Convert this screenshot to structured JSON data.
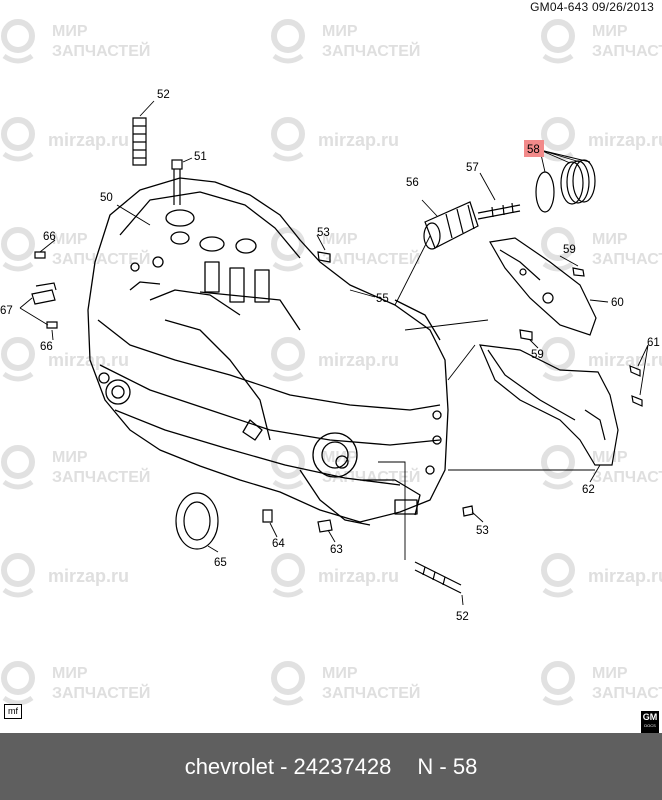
{
  "header": {
    "doc_code": "GM04-643",
    "date": "09/26/2013"
  },
  "watermark": {
    "line1": "МИР",
    "line2": "ЗАПЧАСТЕЙ",
    "url": "mirzap.ru"
  },
  "callouts": {
    "c50": "50",
    "c51": "51",
    "c52a": "52",
    "c52b": "52",
    "c53a": "53",
    "c53b": "53",
    "c55": "55",
    "c56": "56",
    "c57": "57",
    "c58": "58",
    "c59a": "59",
    "c59b": "59",
    "c60": "60",
    "c61": "61",
    "c62": "62",
    "c63": "63",
    "c64": "64",
    "c65": "65",
    "c66a": "66",
    "c66b": "66",
    "c67": "67"
  },
  "highlight_color": "#f28a8a",
  "corner_label": "mf",
  "gm_logo": {
    "mark": "GM",
    "sub": "DOCS"
  },
  "footer": {
    "brand_part": "chevrolet - 24237428",
    "ref": "N - 58"
  }
}
